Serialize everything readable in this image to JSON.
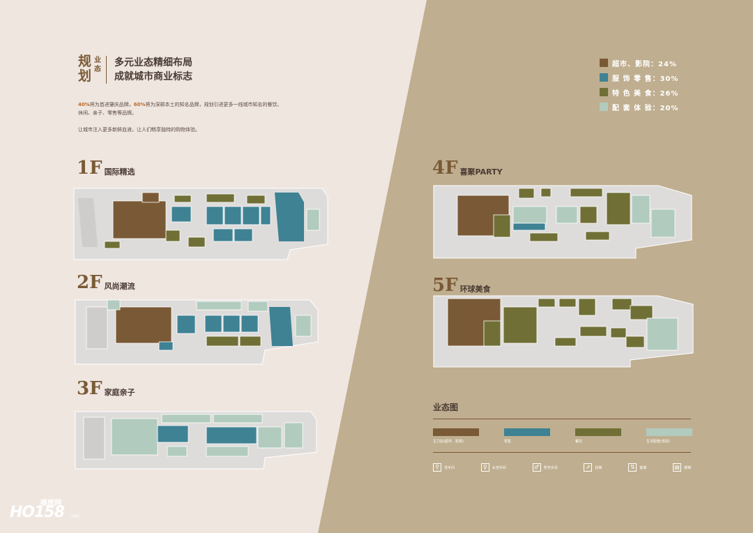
{
  "header": {
    "vertical_big": [
      "规",
      "划"
    ],
    "vertical_small": [
      "业",
      "态"
    ],
    "title_line1": "多元业态精细布局",
    "title_line2": "成就城市商业标志",
    "body_line1_parts": [
      "40%",
      "将为首进肇庆品牌，",
      "60%",
      "将为深耕本土的知名品牌，规划引进更多一线城市知名的餐饮、"
    ],
    "body_line2": "休闲、亲子、零售等品牌。",
    "body_line3": "让城市注入更多新鲜血液，让人们畅享独特的购物体验。"
  },
  "legend": [
    {
      "label": "超市、影院：24%",
      "color": "#7a5a36"
    },
    {
      "label": "服 饰 零 售：30%",
      "color": "#3e8294"
    },
    {
      "label": "特 色 美 食：26%",
      "color": "#707036"
    },
    {
      "label": "配 套 体 验：20%",
      "color": "#b2cbbf"
    }
  ],
  "floors": [
    {
      "num": "1F",
      "name": "国际精选"
    },
    {
      "num": "2F",
      "name": "风尚潮流"
    },
    {
      "num": "3F",
      "name": "家庭亲子"
    },
    {
      "num": "4F",
      "name": "喜聚PARTY"
    },
    {
      "num": "5F",
      "name": "环球美食"
    }
  ],
  "key": {
    "title": "业态图",
    "items": [
      {
        "label": "主力店(超市、影院)",
        "color": "#7a5a36"
      },
      {
        "label": "零售",
        "color": "#3e8294"
      },
      {
        "label": "餐饮",
        "color": "#707036"
      },
      {
        "label": "生活配套(体验)",
        "color": "#b2cbbf"
      }
    ]
  },
  "facilities": [
    {
      "label": "洗手间",
      "icon": "restroom-icon",
      "glyph": "⚲"
    },
    {
      "label": "女洗手间",
      "icon": "female-restroom-icon",
      "glyph": "♀"
    },
    {
      "label": "男洗手间",
      "icon": "male-restroom-icon",
      "glyph": "♂"
    },
    {
      "label": "扶梯",
      "icon": "escalator-icon",
      "glyph": "⇗"
    },
    {
      "label": "客梯",
      "icon": "elevator-icon",
      "glyph": "⇅"
    },
    {
      "label": "楼梯",
      "icon": "stairs-icon",
      "glyph": "▤"
    }
  ],
  "watermark": {
    "brand": "HO158",
    "site": "楼房网",
    "suffix": ".net"
  },
  "colors": {
    "left_bg": "#efe6e0",
    "right_bg": "#bfae8f",
    "anchor": "#7a5a36",
    "retail": "#3e8294",
    "dining": "#707036",
    "service": "#b2cbbf",
    "plan_base": "#dedcdb"
  }
}
